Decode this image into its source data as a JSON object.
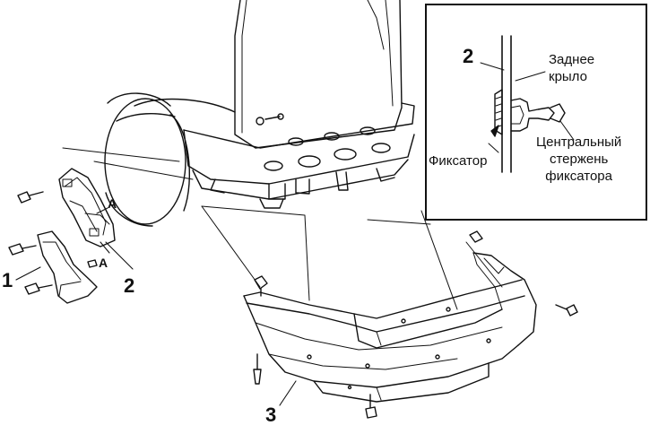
{
  "callouts": {
    "part_1": "1",
    "part_2": "2",
    "part_3": "3",
    "detail_a_upper": "A",
    "detail_a_lower": "A"
  },
  "inset": {
    "part_2": "2",
    "rear_fender": "Заднее\nкрыло",
    "retainer": "Фиксатор",
    "center_pin": "Центральный\nстержень\nфиксатора"
  },
  "colors": {
    "line": "#111111",
    "background": "#ffffff"
  }
}
